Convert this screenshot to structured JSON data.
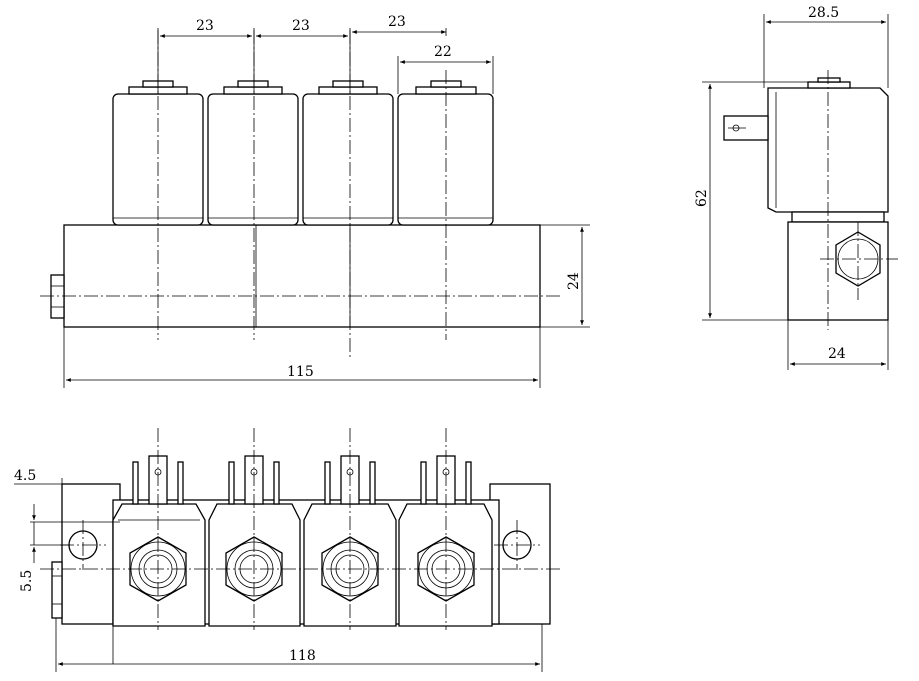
{
  "dimensions": {
    "coil_pitch_1": "23",
    "coil_pitch_2": "23",
    "coil_pitch_3": "23",
    "coil_width": "22",
    "block_height": "24",
    "block_length": "115",
    "side_width_top": "28.5",
    "side_height": "62",
    "side_width_bottom": "24",
    "hole_offset": "4.5",
    "hole_spacing": "5.5",
    "base_length": "118"
  }
}
